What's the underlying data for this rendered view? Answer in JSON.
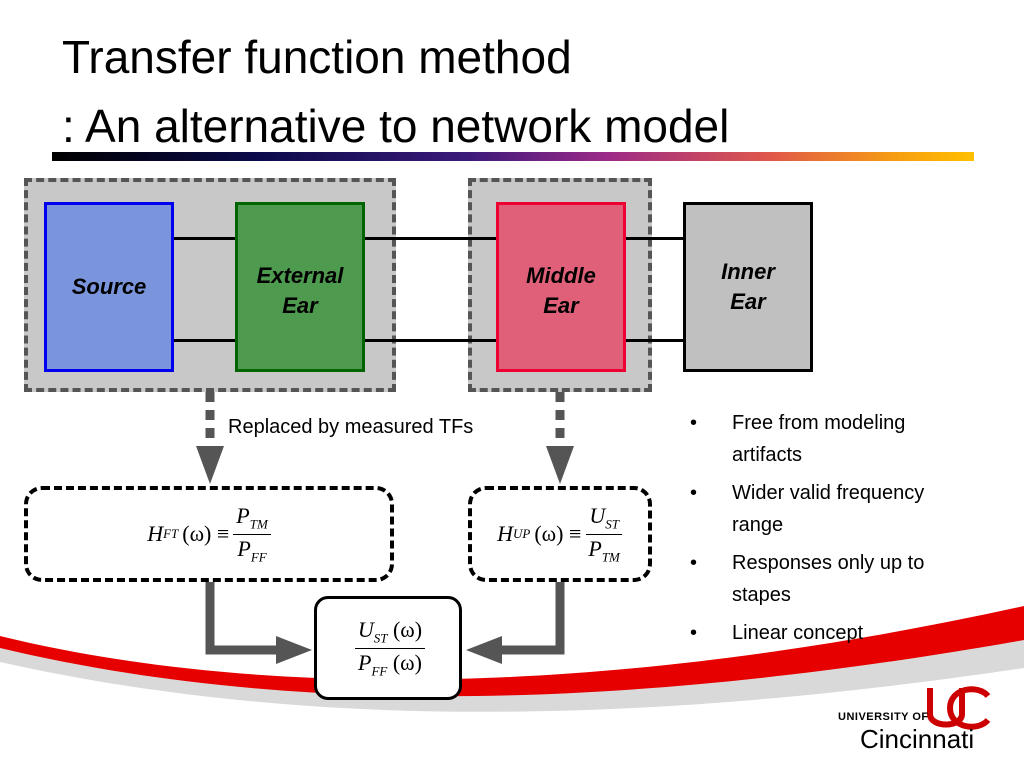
{
  "title": {
    "line1": "Transfer function method",
    "line2": ": An alternative to network model"
  },
  "diagram": {
    "blocks": {
      "source": "Source",
      "external_ear_line1": "External",
      "external_ear_line2": "Ear",
      "middle_ear_line1": "Middle",
      "middle_ear_line2": "Ear",
      "inner_ear_line1": "Inner",
      "inner_ear_line2": "Ear"
    },
    "replaced_label": "Replaced by measured TFs",
    "eq_left": {
      "lhs": "H",
      "lhs_sub": "FT",
      "arg": "(ω) ≡",
      "num": "P",
      "num_sub": "TM",
      "den": "P",
      "den_sub": "FF"
    },
    "eq_right": {
      "lhs": "H",
      "lhs_sub": "UP",
      "arg": "(ω) ≡",
      "num": "U",
      "num_sub": "ST",
      "den": "P",
      "den_sub": "TM"
    },
    "result": {
      "num": "U",
      "num_sub": "ST",
      "num_arg": "(ω)",
      "den": "P",
      "den_sub": "FF",
      "den_arg": "(ω)"
    }
  },
  "bullets": [
    {
      "line1": "Free from modeling",
      "line2": "artifacts"
    },
    {
      "line1": "Wider valid frequency",
      "line2": "range"
    },
    {
      "line1": "Responses only up to",
      "line2": "stapes"
    },
    {
      "line1": "Linear concept",
      "line2": ""
    }
  ],
  "bullet_symbol": "•",
  "logo": {
    "university_of": "UNIVERSITY OF",
    "name": "Cincinnati"
  },
  "colors": {
    "source_fill": "#7b95dc",
    "source_border": "#0000ee",
    "external_fill": "#4e9a4e",
    "external_border": "#006400",
    "middle_fill": "#e0607a",
    "middle_border": "#ee0033",
    "inner_fill": "#c0c0c0",
    "group_fill": "#c8c8c8",
    "arrow": "#555555",
    "swoosh_red": "#e60000",
    "logo_red": "#cc0000"
  }
}
